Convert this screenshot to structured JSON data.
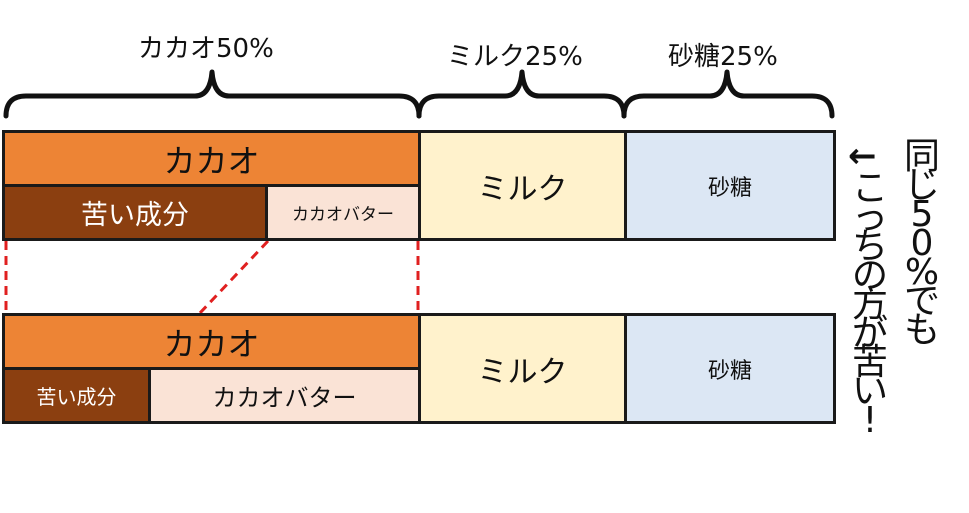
{
  "top_labels": {
    "cacao": "カカオ50%",
    "milk": "ミルク25%",
    "sugar": "砂糖25%"
  },
  "rows": [
    {
      "cacao": "カカオ",
      "bitter": "苦い成分",
      "butter": "カカオバター",
      "milk": "ミルク",
      "sugar": "砂糖"
    },
    {
      "cacao": "カカオ",
      "bitter": "苦い成分",
      "butter": "カカオバター",
      "milk": "ミルク",
      "sugar": "砂糖"
    }
  ],
  "side_note": {
    "arrow": "←",
    "chars": [
      "同",
      "じ",
      "5",
      "0",
      "%",
      "で",
      "も",
      "こ",
      "っ",
      "ち",
      "の",
      "方",
      "が",
      "苦",
      "い",
      "!"
    ]
  },
  "colors": {
    "cacao": "#ED8435",
    "bitter": "#8B3F10",
    "butter": "#FAE3D6",
    "milk": "#FFF2CC",
    "sugar": "#DCE7F4",
    "dash": "#E02020"
  },
  "proportions": {
    "cacao_pct": 50,
    "milk_pct": 25,
    "sugar_pct": 25
  }
}
